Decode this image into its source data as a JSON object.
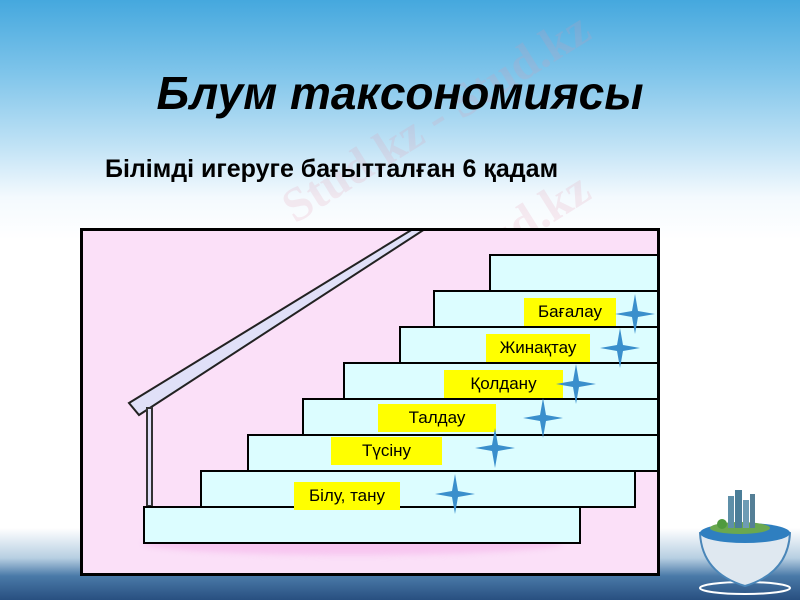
{
  "slide": {
    "title": "Блум таксономиясы",
    "subtitle": "Білімді игеруге бағытталған 6 қадам"
  },
  "diagram": {
    "type": "staircase",
    "steps": [
      {
        "level": 1,
        "label": "Білу, тану"
      },
      {
        "level": 2,
        "label": "Түсіну"
      },
      {
        "level": 3,
        "label": "Талдау"
      },
      {
        "level": 4,
        "label": "Қолдану"
      },
      {
        "level": 5,
        "label": "Жинақтау"
      },
      {
        "level": 6,
        "label": "Бағалау"
      }
    ],
    "icons": {
      "marker": "four-point-star-icon",
      "decoration": "globe-city-icon"
    },
    "colors": {
      "background_panel": "#fbe0f8",
      "step_fill": "#dcfdff",
      "label_fill": "#ffff00",
      "star": "#3a8fcc"
    }
  },
  "watermark": {
    "text": "Stud.kz - Stud.kz"
  }
}
